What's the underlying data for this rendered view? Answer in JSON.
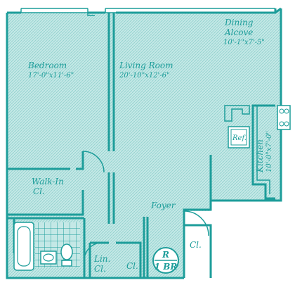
{
  "plan": {
    "rooms": [
      {
        "key": "bedroom",
        "name": "Bedroom",
        "size": "17'-0\"x11'-6\""
      },
      {
        "key": "living",
        "name": "Living Room",
        "size": "20'-10\"x12'-6\""
      },
      {
        "key": "dining",
        "name": "Dining",
        "name2": "Alcove",
        "size": "10'-1\"x7'-5\""
      },
      {
        "key": "kitchen",
        "name": "Kitchen",
        "size": "10'-0\"x7'-0\""
      },
      {
        "key": "walkin",
        "name": "Walk-In",
        "name2": "Cl."
      },
      {
        "key": "foyer",
        "name": "Foyer"
      },
      {
        "key": "lincl",
        "name": "Lin.",
        "name2": "Cl."
      },
      {
        "key": "cl_mid",
        "name": "Cl."
      },
      {
        "key": "cl_right",
        "name": "Cl."
      }
    ],
    "fixtures": {
      "refrigerator": "Ref."
    },
    "badge": {
      "line1": "R",
      "line2": "1 BR"
    },
    "colors": {
      "line": "#1d9d9a",
      "fill": "#bfe6e4",
      "paper": "#ffffff"
    }
  }
}
